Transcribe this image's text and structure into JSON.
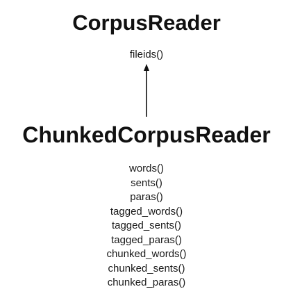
{
  "diagram": {
    "parent": {
      "name": "CorpusReader",
      "methods": [
        "fileids()"
      ]
    },
    "child": {
      "name": "ChunkedCorpusReader",
      "methods": [
        "words()",
        "sents()",
        "paras()",
        "tagged_words()",
        "tagged_sents()",
        "tagged_paras()",
        "chunked_words()",
        "chunked_sents()",
        "chunked_paras()"
      ]
    },
    "relationship": {
      "type": "inheritance",
      "color": "#111111"
    }
  }
}
